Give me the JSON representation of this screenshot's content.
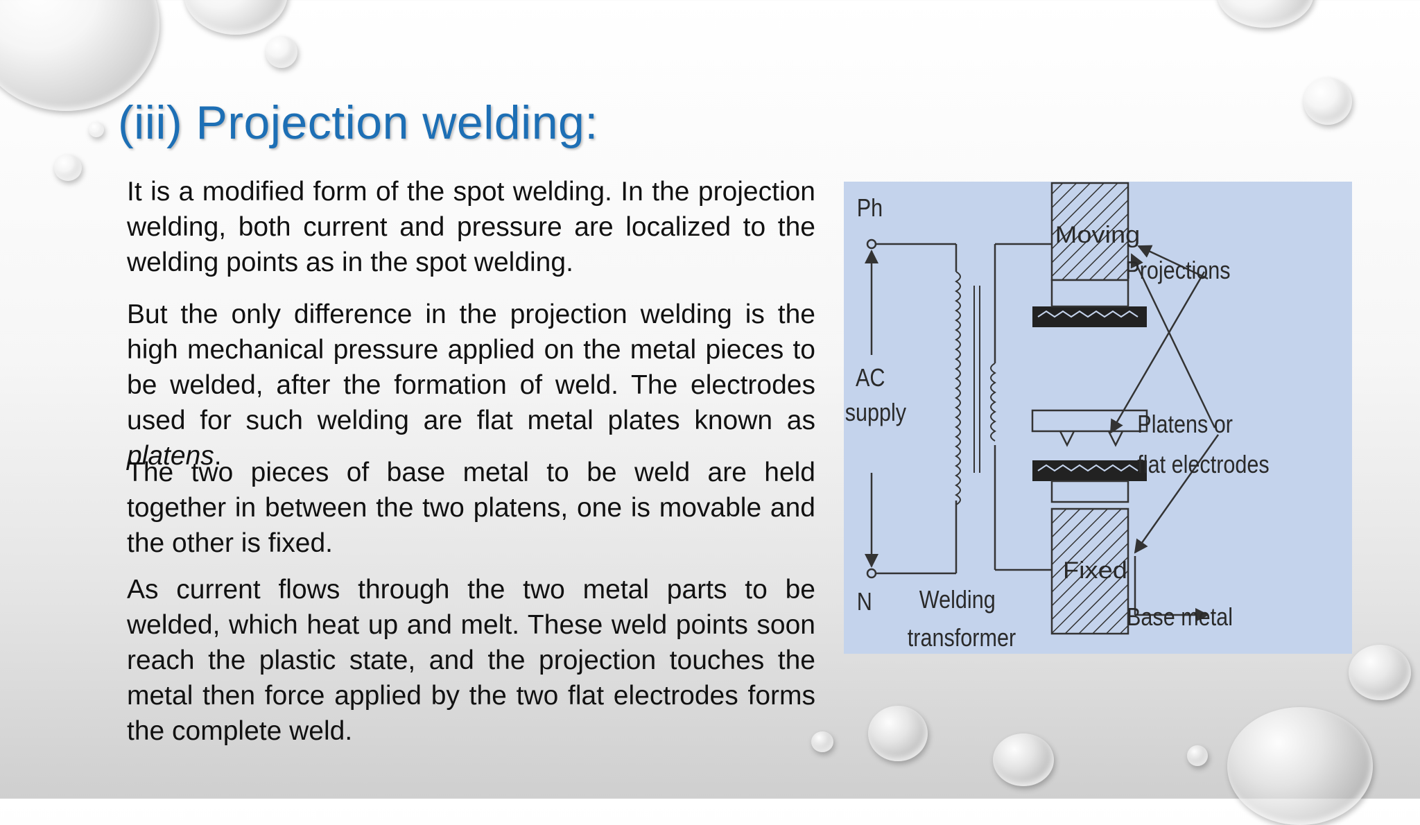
{
  "slide": {
    "title": "(iii) Projection welding:",
    "paragraphs": [
      "It is a modified form of the spot welding. In the projection welding, both current and pressure are localized to the welding points as in the spot welding.",
      "But the only difference in the projection welding is the high mechanical pressure applied on the metal pieces to be welded, after the formation of weld. The electrodes used for such welding are flat metal plates known as",
      "The two pieces of base metal to be weld are held together in between the two platens, one is movable and the other is fixed.",
      "As current flows through the two metal parts to be welded, which heat up and melt. These weld points soon reach the plastic state, and the projection touches the metal then force applied by the two flat electrodes forms the complete weld."
    ],
    "platens_term": "platens",
    "platens_period": "."
  },
  "diagram": {
    "labels": {
      "ph": "Ph",
      "ac": "AC",
      "supply": "supply",
      "n": "N",
      "moving": "Moving",
      "fixed": "Fixed",
      "projections": "Projections",
      "platens_or": "Platens or",
      "flat_electrodes": "flat electrodes",
      "welding": "Welding",
      "transformer": "transformer",
      "base_metal": "Base metal"
    },
    "background_color": "#c4d3ec"
  },
  "colors": {
    "title": "#1d6fb5",
    "text": "#111111"
  }
}
